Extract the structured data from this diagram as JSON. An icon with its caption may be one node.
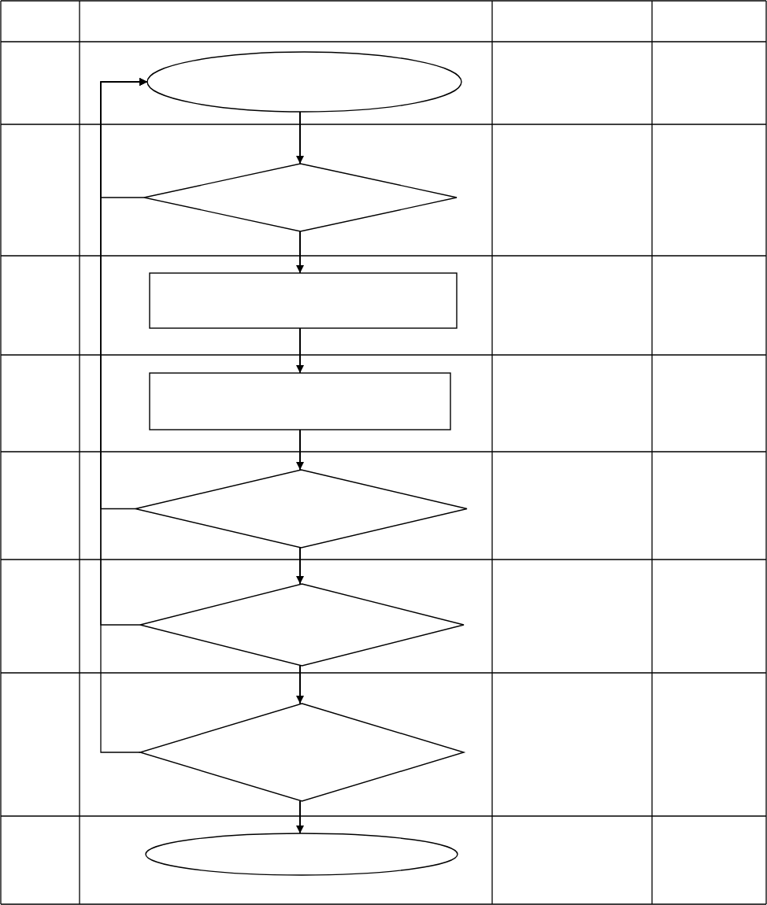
{
  "diagram": {
    "nodes": [
      {
        "text": [],
        "shape": "ellipse"
      },
      {
        "text": [],
        "shape": "diamond"
      },
      {
        "text": [],
        "shape": "box"
      },
      {
        "text": [],
        "shape": "box"
      },
      {
        "text": [],
        "shape": "diamond"
      },
      {
        "text": [],
        "shape": "diamond"
      },
      {
        "text": [],
        "shape": "diamond"
      },
      {
        "text": [],
        "shape": "ellipse"
      }
    ],
    "edges": [
      {
        "from": 0,
        "to": 1,
        "arrow": "to"
      },
      {
        "from": 1,
        "to": 2,
        "arrow": "to"
      },
      {
        "from": 2,
        "to": 3,
        "arrow": "to"
      },
      {
        "from": 3,
        "to": 4,
        "arrow": "to"
      },
      {
        "from": 4,
        "to": 5,
        "arrow": "to"
      },
      {
        "from": 5,
        "to": 6,
        "arrow": "to"
      },
      {
        "from": 6,
        "to": 7,
        "arrow": "to"
      },
      {
        "from": 1,
        "to": 0,
        "arrow": "to"
      },
      {
        "from": 4,
        "to": 0,
        "arrow": "to"
      },
      {
        "from": 5,
        "to": 0,
        "arrow": "to"
      },
      {
        "from": 6,
        "to": 0,
        "arrow": "to"
      }
    ]
  }
}
